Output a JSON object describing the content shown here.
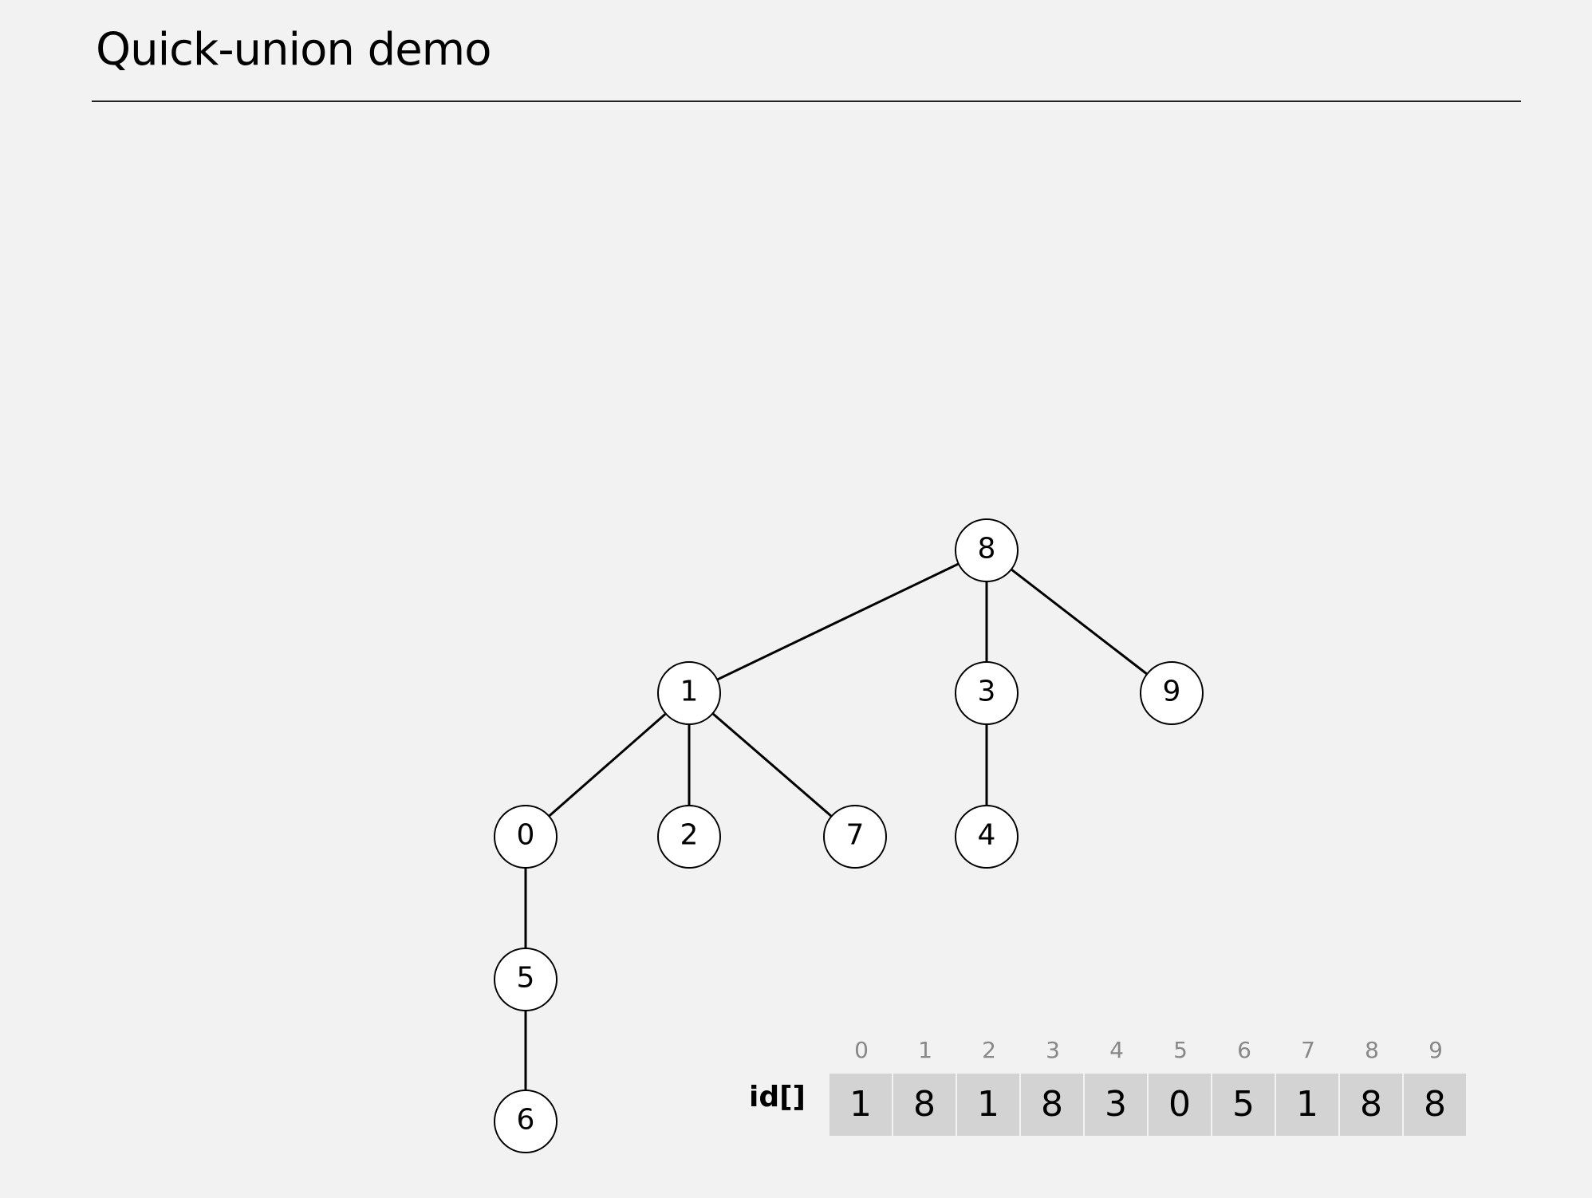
{
  "title": "Quick-union demo",
  "tree": {
    "nodes": [
      "8",
      "1",
      "3",
      "9",
      "0",
      "2",
      "7",
      "4",
      "5",
      "6"
    ],
    "edges": [
      [
        "8",
        "1"
      ],
      [
        "8",
        "3"
      ],
      [
        "8",
        "9"
      ],
      [
        "1",
        "0"
      ],
      [
        "1",
        "2"
      ],
      [
        "1",
        "7"
      ],
      [
        "3",
        "4"
      ],
      [
        "0",
        "5"
      ],
      [
        "5",
        "6"
      ]
    ]
  },
  "array": {
    "label": "id[]",
    "indices": [
      "0",
      "1",
      "2",
      "3",
      "4",
      "5",
      "6",
      "7",
      "8",
      "9"
    ],
    "values": [
      "1",
      "8",
      "1",
      "8",
      "3",
      "0",
      "5",
      "1",
      "8",
      "8"
    ]
  }
}
